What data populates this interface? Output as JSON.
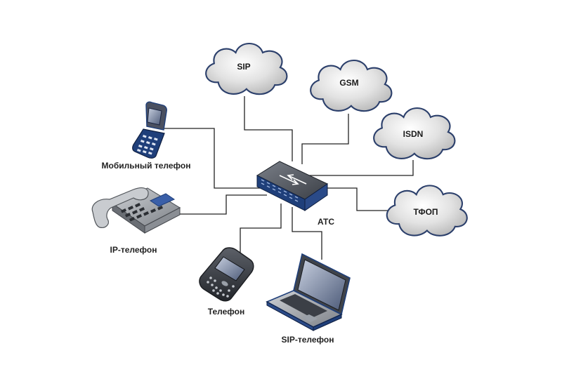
{
  "clouds": {
    "sip": "SIP",
    "gsm": "GSM",
    "isdn": "ISDN",
    "tfop": "ТФОП"
  },
  "devices": {
    "mobile": "Мобильный телефон",
    "ip_phone": "IP-телефон",
    "phone": "Телефон",
    "sip_phone": "SIP-телефон",
    "pbx": "АТС"
  },
  "colors": {
    "cloud_fill": "#d9d9d9",
    "cloud_stroke": "#2b3f6b",
    "device_blue": "#1f3f7a",
    "line": "#222222"
  }
}
